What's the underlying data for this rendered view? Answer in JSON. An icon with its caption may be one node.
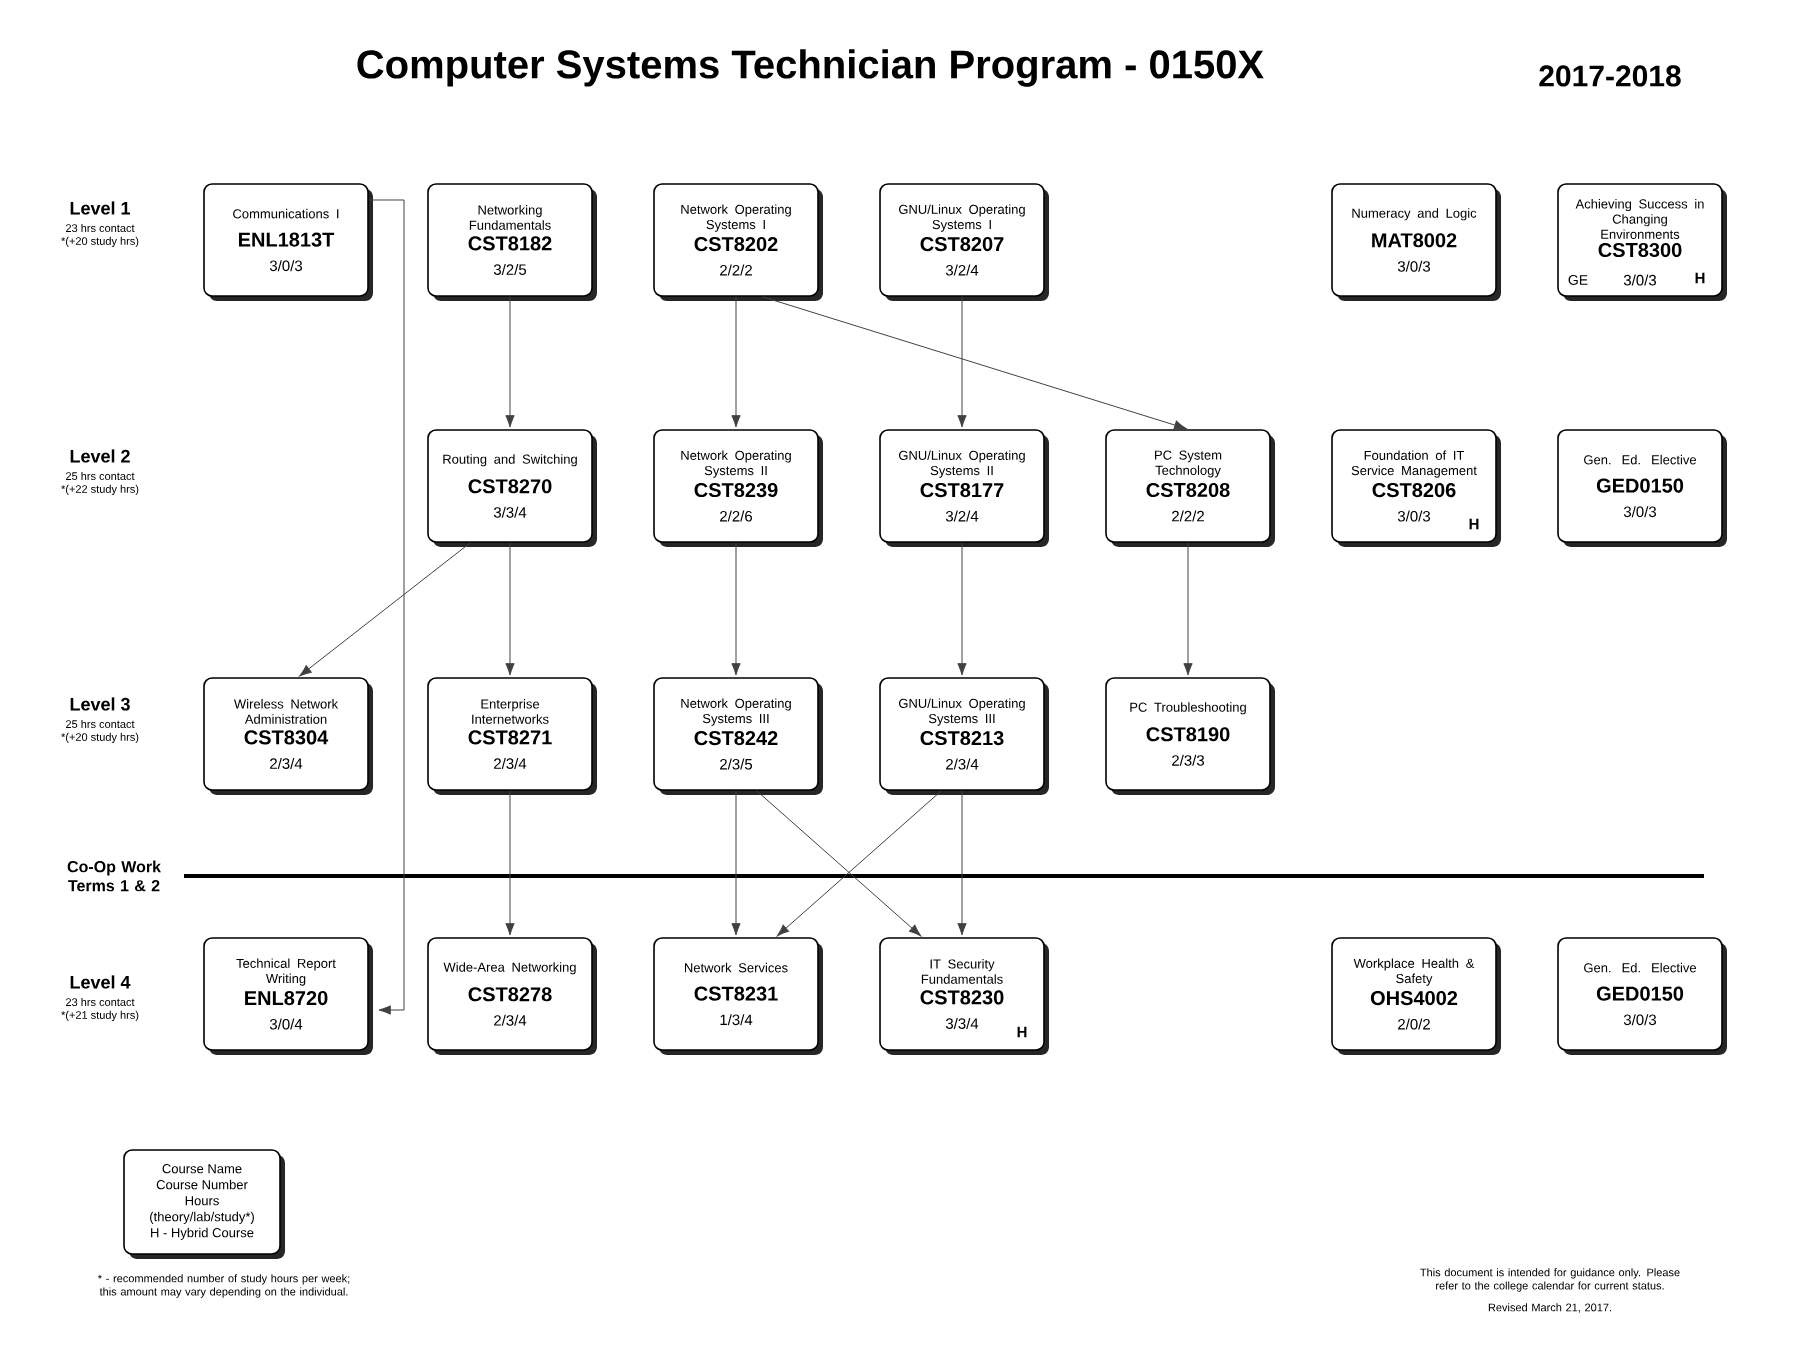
{
  "diagram": {
    "title": "Computer Systems Technician Program - 0150X",
    "nodes": [
      {
        "text": [
          "Communications I",
          "ENL1813T",
          "3/0/3"
        ]
      },
      {
        "text": [
          "Networking Fundamentals",
          "CST8182",
          "3/2/5"
        ]
      },
      {
        "text": [
          "Network Operating Systems I",
          "CST8202",
          "2/2/2"
        ]
      },
      {
        "text": [
          "GNU/Linux Operating Systems I",
          "CST8207",
          "3/2/4"
        ]
      },
      {
        "text": [
          "Numeracy and Logic",
          "MAT8002",
          "3/0/3"
        ]
      },
      {
        "text": [
          "Achieving Success in Changing Environments",
          "CST8300",
          "GE",
          "3/0/3",
          "H"
        ]
      },
      {
        "text": [
          "Routing and Switching",
          "CST8270",
          "3/3/4"
        ]
      },
      {
        "text": [
          "Network Operating Systems II",
          "CST8239",
          "2/2/6"
        ]
      },
      {
        "text": [
          "GNU/Linux Operating Systems II",
          "CST8177",
          "3/2/4"
        ]
      },
      {
        "text": [
          "PC System Technology",
          "CST8208",
          "2/2/2"
        ]
      },
      {
        "text": [
          "Foundation of IT Service Management",
          "CST8206",
          "3/0/3",
          "H"
        ]
      },
      {
        "text": [
          "Gen. Ed. Elective",
          "GED0150",
          "3/0/3"
        ]
      },
      {
        "text": [
          "Wireless Network Administration",
          "CST8304",
          "2/3/4"
        ]
      },
      {
        "text": [
          "Enterprise Internetworks",
          "CST8271",
          "2/3/4"
        ]
      },
      {
        "text": [
          "Network Operating Systems III",
          "CST8242",
          "2/3/5"
        ]
      },
      {
        "text": [
          "GNU/Linux Operating Systems III",
          "CST8213",
          "2/3/4"
        ]
      },
      {
        "text": [
          "PC Troubleshooting",
          "CST8190",
          "2/3/3"
        ]
      },
      {
        "text": [
          "Technical Report Writing",
          "ENL8720",
          "3/0/4"
        ]
      },
      {
        "text": [
          "Wide-Area Networking",
          "CST8278",
          "2/3/4"
        ]
      },
      {
        "text": [
          "Network Services",
          "CST8231",
          "1/3/4"
        ]
      },
      {
        "text": [
          "IT Security Fundamentals",
          "CST8230",
          "3/3/4",
          "H"
        ]
      },
      {
        "text": [
          "Workplace Health & Safety",
          "OHS4002",
          "2/0/2"
        ]
      },
      {
        "text": [
          "Gen. Ed. Elective",
          "GED0150",
          "3/0/3"
        ]
      },
      {
        "text": [
          "Course Name",
          "Course Number",
          "Hours",
          "(theory/lab/study*)",
          "H - Hybrid Course"
        ]
      }
    ],
    "edges": [
      {
        "from": 0,
        "to": 17,
        "arrow": "to"
      },
      {
        "from": 1,
        "to": 6,
        "arrow": "to"
      },
      {
        "from": 2,
        "to": 7,
        "arrow": "to"
      },
      {
        "from": 2,
        "to": 9,
        "arrow": "to"
      },
      {
        "from": 3,
        "to": 8,
        "arrow": "to"
      },
      {
        "from": 6,
        "to": 12,
        "arrow": "to"
      },
      {
        "from": 6,
        "to": 13,
        "arrow": "to"
      },
      {
        "from": 7,
        "to": 14,
        "arrow": "to"
      },
      {
        "from": 8,
        "to": 15,
        "arrow": "to"
      },
      {
        "from": 9,
        "to": 16,
        "arrow": "to"
      },
      {
        "from": 13,
        "to": 18,
        "arrow": "to"
      },
      {
        "from": 14,
        "to": 19,
        "arrow": "to"
      },
      {
        "from": 14,
        "to": 20,
        "arrow": "to"
      },
      {
        "from": 15,
        "to": 19,
        "arrow": "to"
      },
      {
        "from": 15,
        "to": 20,
        "arrow": "to"
      }
    ],
    "labels": [
      "2017-2018",
      "Level 1",
      "23 hrs contact",
      "*(+20 study hrs)",
      "Level 2",
      "25 hrs contact",
      "*(+22 study hrs)",
      "Level 3",
      "25 hrs contact",
      "*(+20 study hrs)",
      "Co-Op Work Terms 1 & 2",
      "Level 4",
      "23 hrs contact",
      "*(+21 study hrs)",
      "* - recommended number of study hours per week; this amount may vary depending on the individual.",
      "This document is intended for guidance only. Please refer to the college calendar for current status.",
      "Revised March 21, 2017."
    ]
  }
}
